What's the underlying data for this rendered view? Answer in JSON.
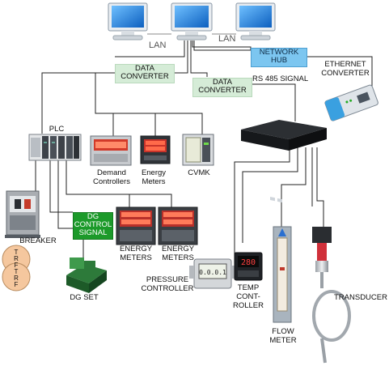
{
  "labels": {
    "lan_left": "LAN",
    "lan_right": "LAN",
    "network_hub": "NETWORK\nHUB",
    "ethernet_converter": "ETHERNET\nCONVERTER",
    "data_converter_1": "DATA\nCONVERTER",
    "data_converter_2": "DATA\nCONVERTER",
    "rs485": "RS 485 SIGNAL",
    "plc": "PLC",
    "demand_controllers": "Demand\nControllers",
    "energy_meters_small": "Energy\nMeters",
    "cvmk": "CVMK",
    "dg_control_signal": "DG\nCONTROL\nSIGNAL",
    "breaker": "BREAKER",
    "trf_1": "T\nR\nF",
    "trf_2": "T\nR\nF",
    "energy_meters_1": "ENERGY\nMETERS",
    "energy_meters_2": "ENERGY\nMETERS",
    "dg_set": "DG SET",
    "pressure_controller": "PRESSURE\nCONTROLLER",
    "temp_controller": "TEMP\nCONT-\nROLLER",
    "flow_meter": "FLOW\nMETER",
    "transducer": "TRANSDUCER"
  },
  "readouts": {
    "pressure_display": "0.0.0.1",
    "temp_display": "280"
  },
  "colors": {
    "data_converter_fill": "#d5ecd7",
    "network_hub_fill": "#7cc6f0",
    "dg_signal_fill": "#1c9a2a",
    "monitor_screen": "#1e7fd6",
    "wire": "#222222"
  }
}
